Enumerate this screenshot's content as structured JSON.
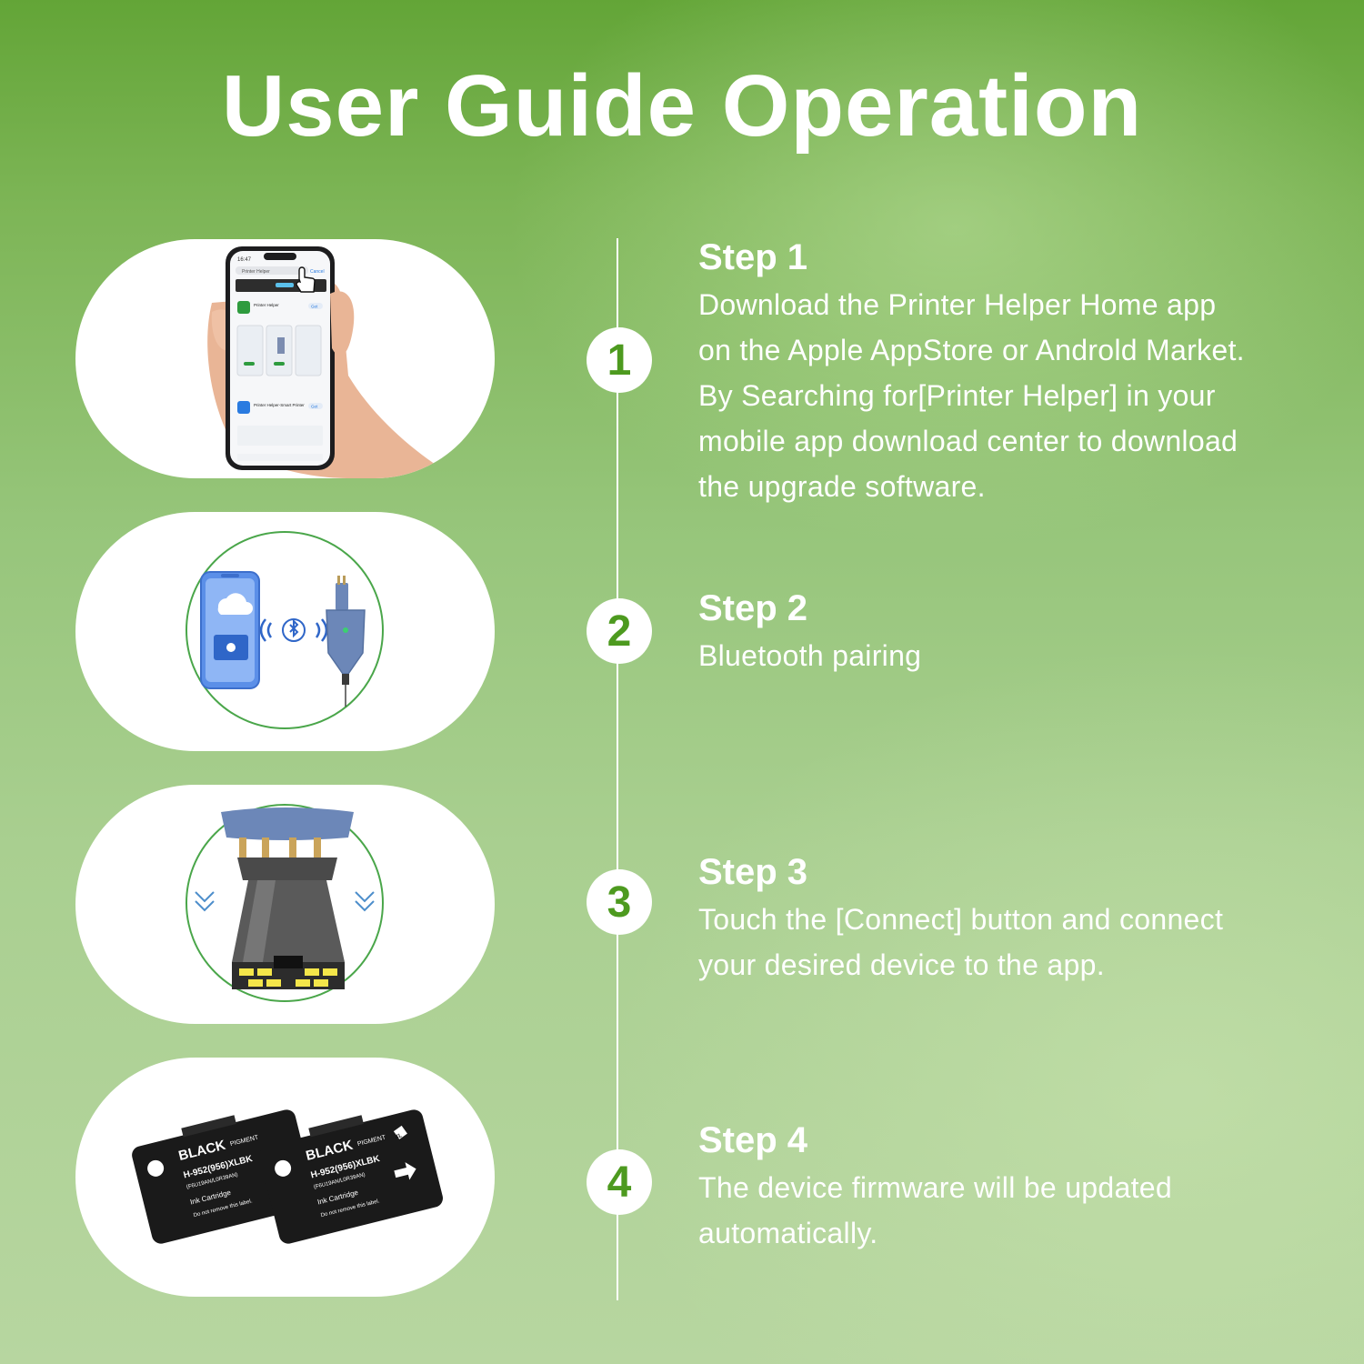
{
  "title": "User Guide Operation",
  "colors": {
    "accent_green": "#4d9a1f",
    "bg_top": "#63a537",
    "bg_bottom": "#b7d6a0",
    "text": "#ffffff"
  },
  "steps": [
    {
      "number": "1",
      "title": "Step 1",
      "lines": [
        "Download the Printer Helper Home app",
        "on the Apple AppStore or Androld Market.",
        "By Searching for[Printer Helper] in your",
        "mobile app download center to download",
        "the upgrade software."
      ],
      "image": "hand-holding-phone-app-store"
    },
    {
      "number": "2",
      "title": "Step 2",
      "lines": [
        "Bluetooth pairing"
      ],
      "image": "phone-bluetooth-chip-resetter"
    },
    {
      "number": "3",
      "title": "Step 3",
      "lines": [
        "Touch the [Connect] button and connect",
        "your desired device to the app."
      ],
      "image": "resetter-on-cartridge-chip"
    },
    {
      "number": "4",
      "title": "Step 4",
      "lines": [
        "The device firmware will be updated",
        "automatically."
      ],
      "image": "two-black-ink-cartridges"
    }
  ],
  "phone_screen": {
    "time": "16:47",
    "search": "Printer Helper",
    "cancel": "Cancel",
    "app1": "Printer Helper",
    "app2": "Printer Helper-Smart Printer",
    "get": "Get"
  },
  "cartridge_label": {
    "color": "BLACK",
    "type": "PIGMENT",
    "model": "H-952(956)XLBK",
    "code": "(F6U19AN/L0R39AN)",
    "desc": "Ink Cartridge",
    "note": "Do not remove this label.",
    "badge": "XL"
  }
}
